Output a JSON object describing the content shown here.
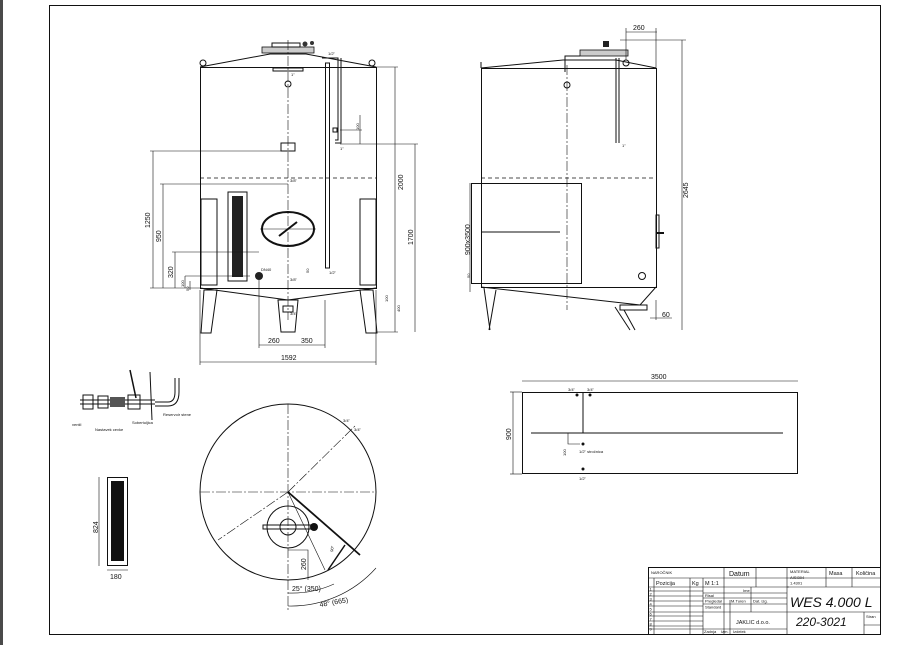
{
  "front_view": {
    "dims": {
      "d1592": "1592",
      "d260": "260",
      "d350": "350",
      "d1250": "1250",
      "d950": "950",
      "d320": "320",
      "d100a": "100",
      "d50a": "50",
      "d2000": "2000",
      "d1700": "1700",
      "d100b": "100",
      "d400": "400",
      "d100c": "100",
      "d50b": "50"
    },
    "notes": {
      "half_inch_top": "1/2\"",
      "one_inch_top": "1\"",
      "one_inch_mid": "1\"",
      "three_eighths_top": "3/8\"",
      "three_eighths_bottom": "3/8\"",
      "dn40": "DN40",
      "half_inch_gauge": "1/2\"",
      "three_quarter_outlet": "3/4\""
    }
  },
  "side_view": {
    "dims": {
      "d260": "260",
      "d2645": "2645",
      "d900x3500": "900x3500",
      "d50": "50",
      "d60": "60"
    },
    "notes": {
      "one_inch": "1\""
    }
  },
  "valve_detail": {
    "labels": {
      "ventil": "ventil",
      "nastavek": "Nastavek cevke",
      "sobertuljica": "Sobertuljica",
      "reservoir": "Reservoir stene"
    }
  },
  "window_detail": {
    "d824": "824",
    "d180": "180"
  },
  "top_view": {
    "notes": {
      "three_quarter_a": "3/4\"",
      "three_quarter_b": "3/4\"",
      "d260": "260",
      "angle_25": "25° (350)",
      "angle_48": "48° (665)",
      "angle_90": "90°"
    }
  },
  "jacket_plan": {
    "dims": {
      "d3500": "3500",
      "d900": "900",
      "d100": "100"
    },
    "notes": {
      "three_quarter_a": "3/4\"",
      "three_quarter_b": "3/4\"",
      "half_inch_side": "1/2\" stročnica",
      "half_inch_bottom": "1/2\""
    }
  },
  "title_block": {
    "narocnik": "NAROČNIK",
    "datum": "Datum",
    "material": "MATERIAL",
    "material_value_1": "AISI304",
    "material_value_2": "1.4301",
    "masa": "Masa",
    "kolicina": "Količina",
    "pozicija": "Pozicija",
    "kg": "Kg",
    "scale": "M 1:1",
    "ime": "Ime",
    "risal": "Risal",
    "pregledal": "Pregledal",
    "pregledal_name": "M.Turen",
    "standard": "Standard",
    "dat_izg": "Dat. izg.",
    "product": "WES 4.000 L",
    "company": "JAKLIC d.o.o.",
    "drawing_number": "220-3021",
    "sheet": "Stran",
    "zadnja": "Zadnja",
    "izm": "Izm.",
    "izdelek": "Izdelek",
    "rows": [
      "1",
      "2",
      "3",
      "4",
      "5",
      "6",
      "7",
      "8",
      "9"
    ]
  }
}
